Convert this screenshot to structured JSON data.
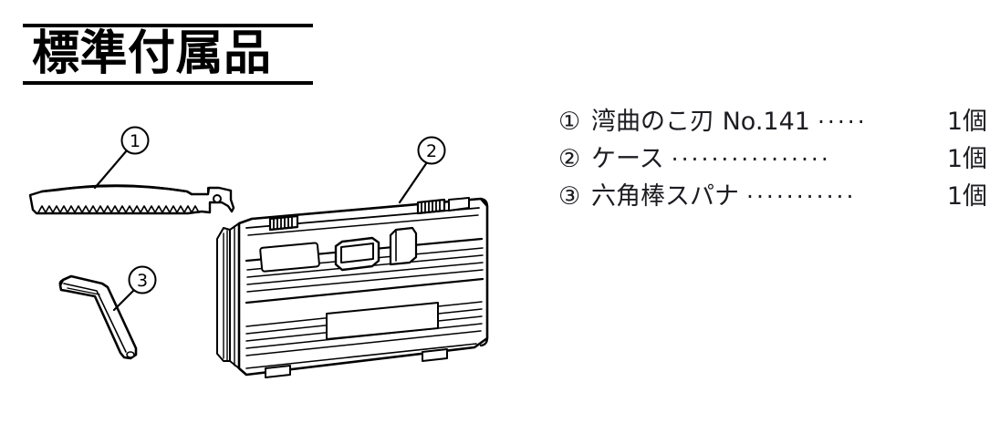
{
  "page": {
    "background": "#ffffff",
    "ink": "#000000"
  },
  "title": {
    "text": "標準付属品"
  },
  "parts_list": [
    {
      "index": "①",
      "label": "湾曲のこ刃 No.141",
      "leader": "·····",
      "qty": "1個"
    },
    {
      "index": "②",
      "label": "ケース",
      "leader": "················",
      "qty": "1個"
    },
    {
      "index": "③",
      "label": "六角棒スパナ",
      "leader": "···········",
      "qty": "1個"
    }
  ],
  "illustration": {
    "callouts": [
      {
        "id": "1",
        "label": "①",
        "number": "1",
        "target": "saw-blade"
      },
      {
        "id": "2",
        "label": "②",
        "number": "2",
        "target": "carrying-case"
      },
      {
        "id": "3",
        "label": "③",
        "number": "3",
        "target": "hex-wrench"
      }
    ],
    "items": [
      {
        "name": "saw-blade",
        "description": "湾曲のこ刃"
      },
      {
        "name": "carrying-case",
        "description": "ケース"
      },
      {
        "name": "hex-wrench",
        "description": "六角棒スパナ"
      }
    ]
  }
}
